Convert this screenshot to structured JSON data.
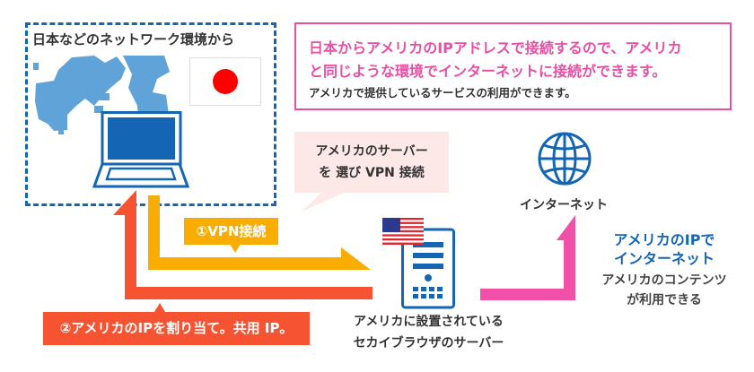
{
  "local_box": {
    "title": "日本などのネットワーク環境から"
  },
  "info_box": {
    "line1": "日本からアメリカのIPアドレスで接続するので、アメリカ",
    "line2": "と同じような環境でインターネットに接続ができます。",
    "line3": "アメリカで提供しているサービスの利用ができます。"
  },
  "bubble": {
    "line1": "アメリカのサーバー",
    "line2": "を 選び VPN 接続"
  },
  "steps": {
    "vpn": "①VPN接続",
    "assign_ip": "②アメリカのIPを割り当て。共用 IP。"
  },
  "server": {
    "caption_line1": "アメリカに設置されている",
    "caption_line2": "セカイブラウザのサーバー"
  },
  "internet": {
    "label": "インターネット"
  },
  "result": {
    "line1": "アメリカのIPで",
    "line2": "インターネット",
    "line3": "アメリカのコンテンツ",
    "line4": "が利用できる"
  },
  "colors": {
    "blue": "#1565b5",
    "pink": "#e84fa3",
    "orange": "#f9ad00",
    "red": "#f55331",
    "map": "#5fa3d9"
  }
}
